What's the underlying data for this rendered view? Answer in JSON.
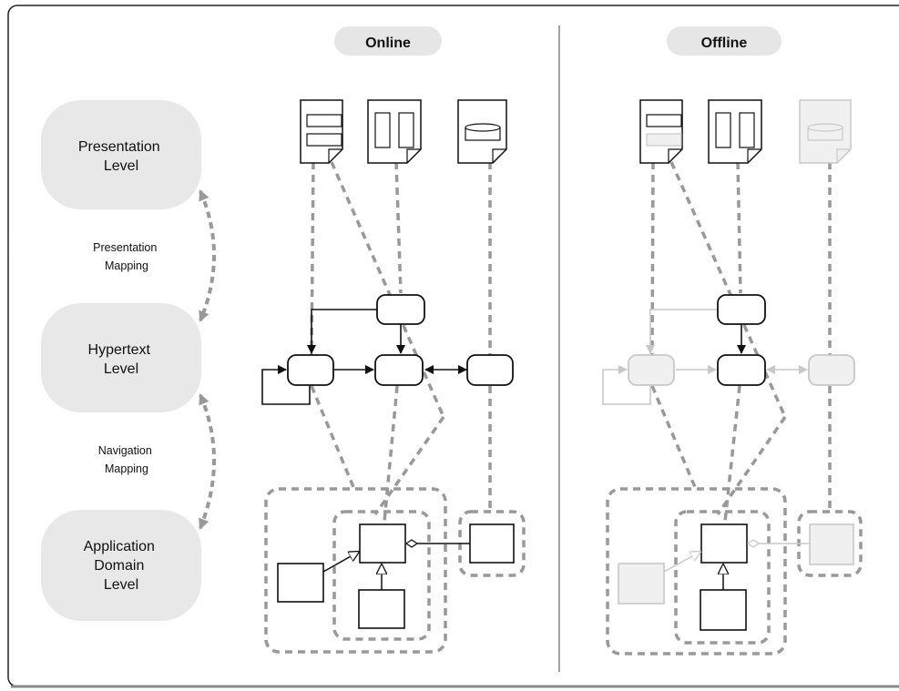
{
  "headers": {
    "online": "Online",
    "offline": "Offline"
  },
  "levels": {
    "presentation": [
      "Presentation",
      "Level"
    ],
    "hypertext": [
      "Hypertext",
      "Level"
    ],
    "application": [
      "Application",
      "Domain",
      "Level"
    ]
  },
  "mappings": {
    "presentation": [
      "Presentation",
      "Mapping"
    ],
    "navigation": [
      "Navigation",
      "Mapping"
    ]
  },
  "colors": {
    "header_pill": "#e6e6e6",
    "level_shape": "#e8e8e8",
    "dashed_link": "#999999",
    "faded": "#c8c8c8",
    "faded_fill": "#f0f0f0",
    "stroke": "#111111"
  }
}
